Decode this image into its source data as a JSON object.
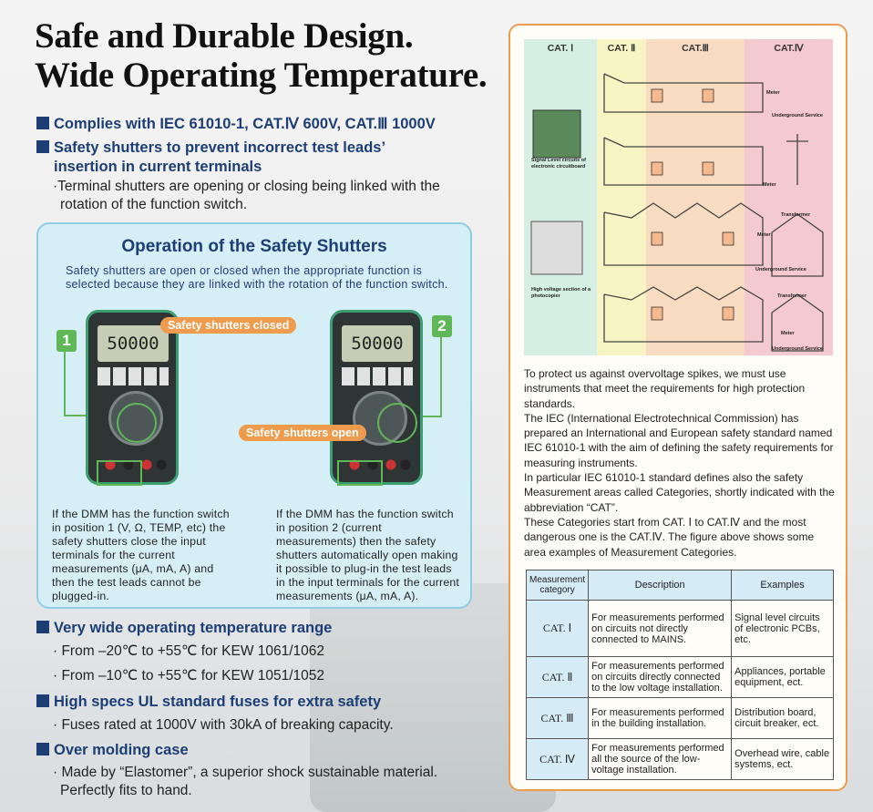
{
  "title": {
    "line1": "Safe and Durable Design.",
    "line2": "Wide Operating Temperature."
  },
  "bullets_top": [
    "Complies with IEC 61010-1, CAT.Ⅳ 600V, CAT.Ⅲ 1000V",
    "Safety shutters to prevent incorrect test leads’",
    "insertion in current terminals"
  ],
  "shutter_sub": [
    "·Terminal shutters are opening or closing being linked with the",
    "rotation of the function switch."
  ],
  "shutters": {
    "heading": "Operation of the Safety Shutters",
    "desc": "Safety shutters are open or closed when the appropriate function is selected because they are linked with the rotation of the function switch.",
    "num1": "1",
    "num2": "2",
    "label_closed": "Safety shutters closed",
    "label_open": "Safety shutters open",
    "lcd": "50000",
    "cap1": "If the DMM has the function switch in position 1 (V, Ω, TEMP, etc) the safety shutters close the input terminals for the current measurements (μA, mA, A) and then the test leads cannot be plugged-in.",
    "cap2": "If the DMM has the function switch in position 2 (current measurements) then the safety shutters automatically open making it possible to plug-in the test leads in the input terminals for the current measurements (μA, mA, A)."
  },
  "temp": {
    "heading": "Very wide operating temperature range",
    "line1": "· From –20℃ to +55℃ for KEW 1061/1062",
    "line2": "· From –10℃ to +55℃ for KEW 1051/1052"
  },
  "fuses": {
    "heading": "High specs UL standard fuses for extra safety",
    "line1": "· Fuses rated at 1000V with 30kA of breaking capacity."
  },
  "molding": {
    "heading": "Over molding case",
    "line1": "· Made by “Elastomer”, a superior shock sustainable material.",
    "line2": "Perfectly fits to hand."
  },
  "diagram": {
    "cat1": "CAT. Ⅰ",
    "cat2": "CAT. Ⅱ",
    "cat3": "CAT.Ⅲ",
    "cat4": "CAT.Ⅳ",
    "signal": "Signal Level circuits of electronic circuitboard",
    "copier": "High voltage section of a photocopier",
    "meter": "Meter",
    "underground": "Underground Service",
    "transformer": "Transformer"
  },
  "right_text": "To protect us against overvoltage spikes, we must use instruments that meet the requirements for high protection standards.\nThe IEC (International Electrotechnical Commission) has prepared an International and European safety standard named IEC 61010-1 with the aim of defining the safety requirements for measuring instruments.\nIn particular IEC 61010-1 standard defines also the safety Measurement areas called Categories, shortly indicated with the abbreviation “CAT”.\nThese Categories start from CAT. Ⅰ to CAT.Ⅳ and the most dangerous one is the CAT.Ⅳ. The figure above shows some area examples of Measurement Categories.",
  "table": {
    "headers": [
      "Measurement category",
      "Description",
      "Examples"
    ],
    "rows": [
      [
        "CAT. Ⅰ",
        "For measurements performed on circuits not directly connected to MAINS.",
        "Signal level circuits of electronic PCBs, etc."
      ],
      [
        "CAT. Ⅱ",
        "For measurements performed on circuits directly connected to the low voltage installation.",
        "Appliances, portable equipment, ect."
      ],
      [
        "CAT. Ⅲ",
        "For measurements performed in the building installation.",
        "Distribution board, circuit breaker, ect."
      ],
      [
        "CAT. Ⅳ",
        "For measurements performed all the source of the low-voltage installation.",
        "Overhead wire, cable systems, ect."
      ]
    ]
  },
  "colors": {
    "navy": "#1d3e74",
    "orange": "#ef9b4e",
    "green": "#5fb757"
  }
}
